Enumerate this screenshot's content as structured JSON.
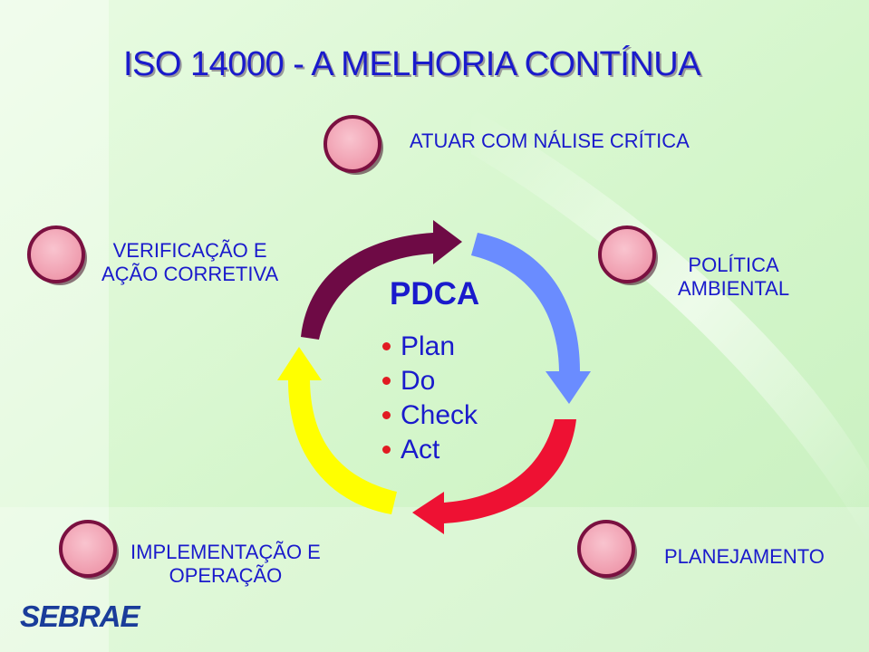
{
  "title": "ISO 14000 - A MELHORIA CONTÍNUA",
  "nodes": {
    "atuar": "ATUAR COM NÁLISE CRÍTICA",
    "verificacao": [
      "VERIFICAÇÃO E",
      "AÇÃO CORRETIVA"
    ],
    "politica": [
      "POLÍTICA",
      "AMBIENTAL"
    ],
    "implementacao": [
      "IMPLEMENTAÇÃO E",
      "OPERAÇÃO"
    ],
    "planejamento": "PLANEJAMENTO"
  },
  "pdca": {
    "title": "PDCA",
    "items": [
      "Plan",
      "Do",
      "Check",
      "Act"
    ]
  },
  "logo": "SEBRAE",
  "colors": {
    "text": "#1a1acc",
    "node_fill": "#f3a7b7",
    "node_border": "#7a1040",
    "background_green": "#d2f5c9",
    "arrow_blue": "#6a8cff",
    "arrow_red": "#ee1133",
    "arrow_yellow": "#ffff00",
    "arrow_maroon": "#6e0a45",
    "bullet": "#e11b22"
  }
}
